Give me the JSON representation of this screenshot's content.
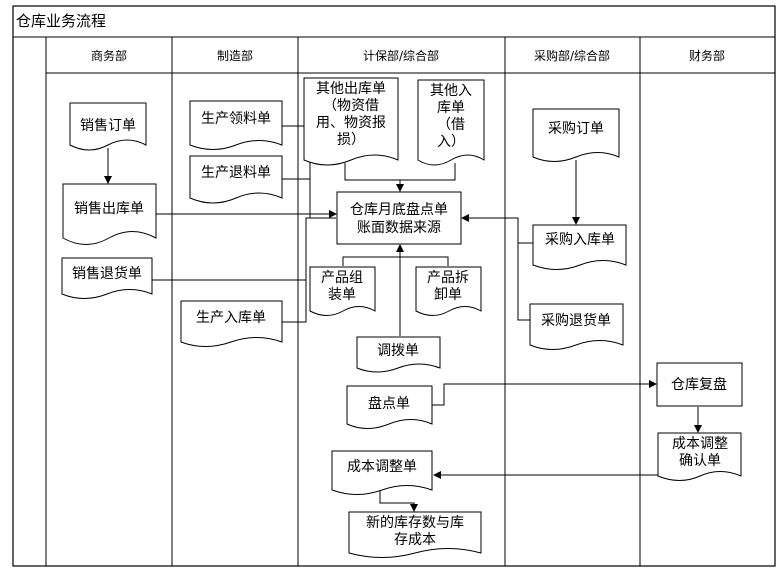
{
  "title": "仓库业务流程",
  "lanes": [
    "商务部",
    "制造部",
    "计保部/综合部",
    "采购部/综合部",
    "财务部"
  ],
  "nodes": {
    "sales_order": [
      "销售订单"
    ],
    "sales_outbound": [
      "销售出库单"
    ],
    "sales_return": [
      "销售退货单"
    ],
    "prod_requisition": [
      "生产领料单"
    ],
    "prod_return": [
      "生产退料单"
    ],
    "prod_inbound": [
      "生产入库单"
    ],
    "other_outbound": [
      "其他出库单",
      "（物资借",
      "用、物资报",
      "损）"
    ],
    "other_inbound": [
      "其他入",
      "库单",
      "（借",
      "入）"
    ],
    "month_end_source": [
      "仓库月底盘点单",
      "账面数据来源"
    ],
    "product_assembly": [
      "产品组",
      "装单"
    ],
    "product_disassembly": [
      "产品拆",
      "卸单"
    ],
    "transfer": [
      "调拨单"
    ],
    "stocktake": [
      "盘点单"
    ],
    "cost_adjust": [
      "成本调整单"
    ],
    "new_stock_cost": [
      "新的库存数与库",
      "存成本"
    ],
    "purchase_order": [
      "采购订单"
    ],
    "purchase_inbound": [
      "采购入库单"
    ],
    "purchase_return": [
      "采购退货单"
    ],
    "warehouse_recheck": [
      "仓库复盘"
    ],
    "cost_adjust_confirm": [
      "成本调整",
      "确认单"
    ]
  }
}
